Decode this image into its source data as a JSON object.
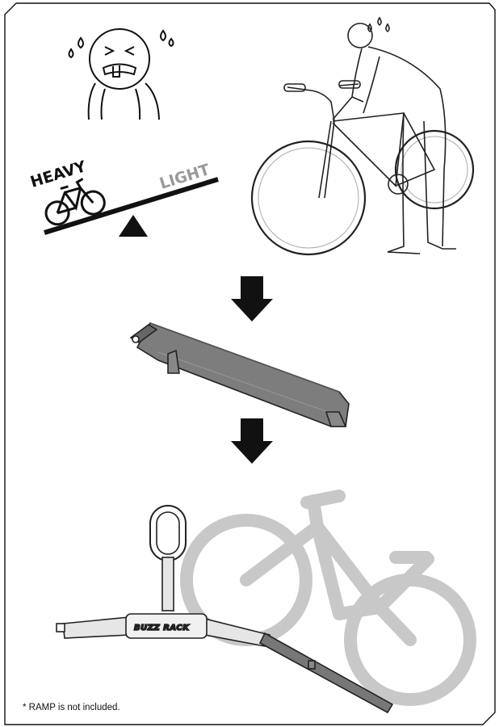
{
  "seesaw": {
    "heavy_label": "HEAVY",
    "light_label": "LIGHT"
  },
  "rack": {
    "brand_logo": "BUZZ RACK"
  },
  "footnote": "* RAMP is not included.",
  "colors": {
    "frame": "#111111",
    "ramp_fill": "#777777",
    "ghost_bike": "#c8c8c8"
  },
  "icons": [
    "sweating-face-icon",
    "bicycle-icon",
    "down-arrow-icon",
    "ramp-icon",
    "bike-rack-icon"
  ]
}
